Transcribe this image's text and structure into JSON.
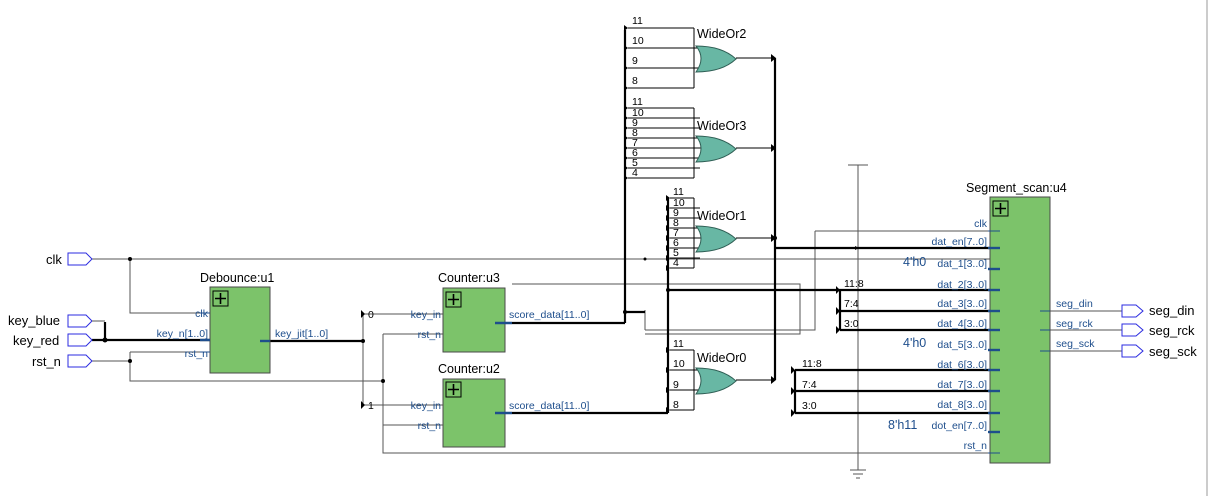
{
  "pins": {
    "clk": "clk",
    "key_blue": "key_blue",
    "key_red": "key_red",
    "rst_n": "rst_n",
    "seg_din": "seg_din",
    "seg_rck": "seg_rck",
    "seg_sck": "seg_sck"
  },
  "debounce": {
    "title": "Debounce:u1",
    "clk": "clk",
    "key_n": "key_n[1..0]",
    "rst_n": "rst_n",
    "key_jit": "key_jit[1..0]"
  },
  "counter3": {
    "title": "Counter:u3",
    "key_in": "key_in",
    "rst_n": "rst_n",
    "score": "score_data[11..0]"
  },
  "counter2": {
    "title": "Counter:u2",
    "key_in": "key_in",
    "rst_n": "rst_n",
    "score": "score_data[11..0]"
  },
  "gates": {
    "or2": "WideOr2",
    "or3": "WideOr3",
    "or1": "WideOr1",
    "or0": "WideOr0"
  },
  "bitnums": {
    "or2": [
      "11",
      "10",
      "9",
      "8"
    ],
    "or3": [
      "11",
      "10",
      "9",
      "8",
      "7",
      "6",
      "5",
      "4"
    ],
    "or1": [
      "11",
      "10",
      "9",
      "8",
      "7",
      "6",
      "5",
      "4"
    ],
    "or0": [
      "11",
      "10",
      "9",
      "8"
    ]
  },
  "split": {
    "zero": "0",
    "one": "1"
  },
  "slices": {
    "s118a": "11:8",
    "s74a": "7:4",
    "s30a": "3:0",
    "s118b": "11:8",
    "s74b": "7:4",
    "s30b": "3:0"
  },
  "segscan": {
    "title": "Segment_scan:u4",
    "clk": "clk",
    "dat_en": "dat_en[7..0]",
    "dat_1": "dat_1[3..0]",
    "dat_2": "dat_2[3..0]",
    "dat_3": "dat_3[3..0]",
    "dat_4": "dat_4[3..0]",
    "dat_5": "dat_5[3..0]",
    "dat_6": "dat_6[3..0]",
    "dat_7": "dat_7[3..0]",
    "dat_8": "dat_8[3..0]",
    "dot_en": "dot_en[7..0]",
    "rst_n": "rst_n",
    "seg_din": "seg_din",
    "seg_rck": "seg_rck",
    "seg_sck": "seg_sck",
    "const1": "4'h0",
    "const5": "4'h0",
    "const_dot": "8'h11"
  },
  "colors": {
    "block_fill": "#7cc36a",
    "block_border": "#4a4a4a",
    "gate_fill": "#68b7a4",
    "port_blue": "#1e4e8c",
    "pin_blue": "#2b2be0"
  }
}
